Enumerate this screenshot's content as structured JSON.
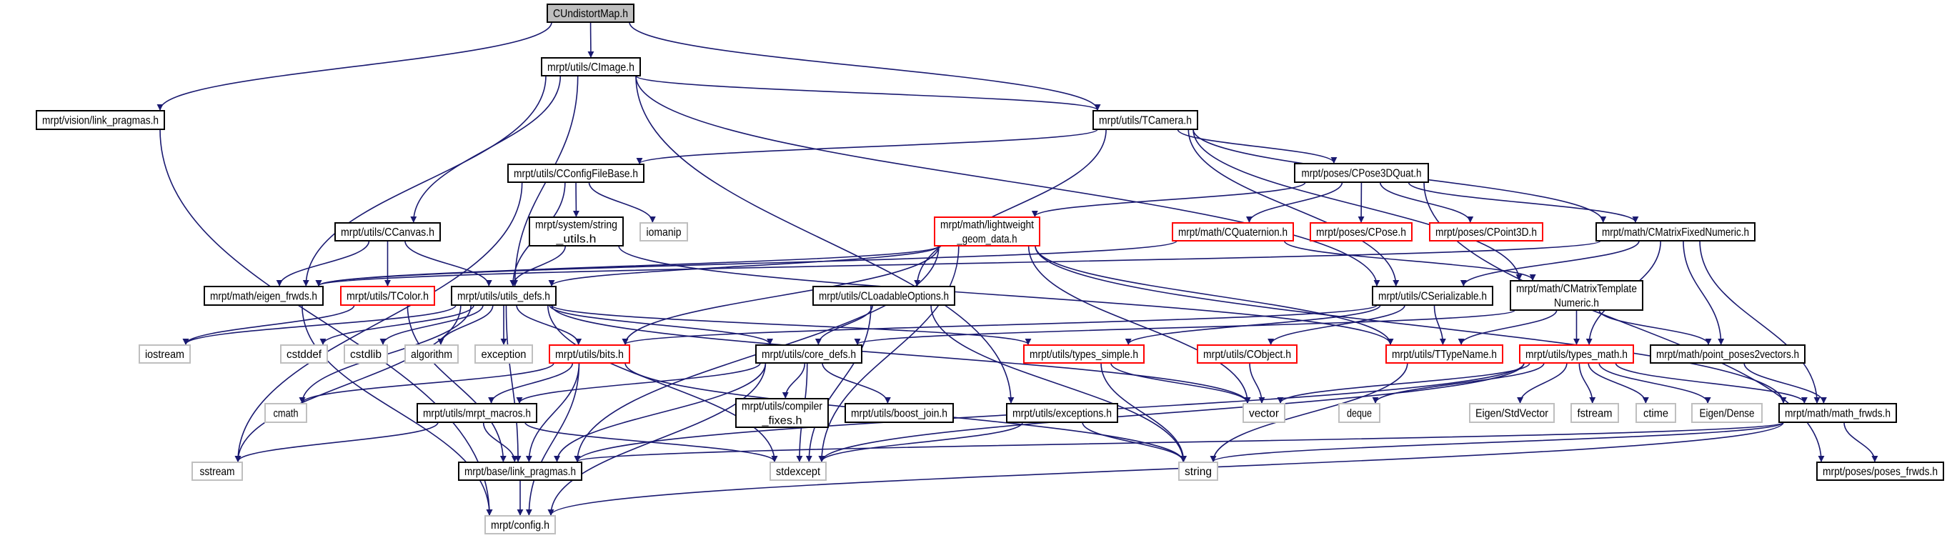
{
  "title": "CUndistortMap.h include dependency graph",
  "colors": {
    "edge": "#191970",
    "documented": "#000000",
    "undocumented": "#ff0000",
    "system": "#bfbfbf",
    "root_fill": "#bfbfbf"
  },
  "nodes": [
    {
      "id": "CUndistortMap.h",
      "lines": [
        "CUndistortMap.h"
      ],
      "kind": "root"
    },
    {
      "id": "CImage",
      "lines": [
        "mrpt/utils/CImage.h"
      ],
      "kind": "doc"
    },
    {
      "id": "vision_link",
      "lines": [
        "mrpt/vision/link_pragmas.h"
      ],
      "kind": "doc"
    },
    {
      "id": "TCamera",
      "lines": [
        "mrpt/utils/TCamera.h"
      ],
      "kind": "doc"
    },
    {
      "id": "CConfigFileBase",
      "lines": [
        "mrpt/utils/CConfigFileBase.h"
      ],
      "kind": "doc"
    },
    {
      "id": "CPose3DQuat",
      "lines": [
        "mrpt/poses/CPose3DQuat.h"
      ],
      "kind": "doc"
    },
    {
      "id": "CCanvas",
      "lines": [
        "mrpt/utils/CCanvas.h"
      ],
      "kind": "doc"
    },
    {
      "id": "string_utils",
      "lines": [
        "mrpt/system/string",
        "_utils.h"
      ],
      "kind": "doc"
    },
    {
      "id": "iomanip",
      "lines": [
        "iomanip"
      ],
      "kind": "sys"
    },
    {
      "id": "lightweight",
      "lines": [
        "mrpt/math/lightweight",
        "_geom_data.h"
      ],
      "kind": "undoc"
    },
    {
      "id": "CQuaternion",
      "lines": [
        "mrpt/math/CQuaternion.h"
      ],
      "kind": "undoc"
    },
    {
      "id": "CPose",
      "lines": [
        "mrpt/poses/CPose.h"
      ],
      "kind": "undoc"
    },
    {
      "id": "CPoint3D",
      "lines": [
        "mrpt/poses/CPoint3D.h"
      ],
      "kind": "undoc"
    },
    {
      "id": "CMatrixFixedNumeric",
      "lines": [
        "mrpt/math/CMatrixFixedNumeric.h"
      ],
      "kind": "doc"
    },
    {
      "id": "eigen_frwds",
      "lines": [
        "mrpt/math/eigen_frwds.h"
      ],
      "kind": "doc"
    },
    {
      "id": "TColor",
      "lines": [
        "mrpt/utils/TColor.h"
      ],
      "kind": "undoc"
    },
    {
      "id": "utils_defs",
      "lines": [
        "mrpt/utils/utils_defs.h"
      ],
      "kind": "doc"
    },
    {
      "id": "CLoadableOptions",
      "lines": [
        "mrpt/utils/CLoadableOptions.h"
      ],
      "kind": "doc"
    },
    {
      "id": "CSerializable",
      "lines": [
        "mrpt/utils/CSerializable.h"
      ],
      "kind": "doc"
    },
    {
      "id": "CMatrixTemplateNumeric",
      "lines": [
        "mrpt/math/CMatrixTemplate",
        "Numeric.h"
      ],
      "kind": "doc"
    },
    {
      "id": "iostream",
      "lines": [
        "iostream"
      ],
      "kind": "sys"
    },
    {
      "id": "cstddef",
      "lines": [
        "cstddef"
      ],
      "kind": "sys"
    },
    {
      "id": "cstdlib",
      "lines": [
        "cstdlib"
      ],
      "kind": "sys"
    },
    {
      "id": "algorithm",
      "lines": [
        "algorithm"
      ],
      "kind": "sys"
    },
    {
      "id": "exception",
      "lines": [
        "exception"
      ],
      "kind": "sys"
    },
    {
      "id": "bits",
      "lines": [
        "mrpt/utils/bits.h"
      ],
      "kind": "undoc"
    },
    {
      "id": "core_defs",
      "lines": [
        "mrpt/utils/core_defs.h"
      ],
      "kind": "doc"
    },
    {
      "id": "types_simple",
      "lines": [
        "mrpt/utils/types_simple.h"
      ],
      "kind": "undoc"
    },
    {
      "id": "CObject",
      "lines": [
        "mrpt/utils/CObject.h"
      ],
      "kind": "undoc"
    },
    {
      "id": "TTypeName",
      "lines": [
        "mrpt/utils/TTypeName.h"
      ],
      "kind": "undoc"
    },
    {
      "id": "types_math",
      "lines": [
        "mrpt/utils/types_math.h"
      ],
      "kind": "undoc"
    },
    {
      "id": "point_poses2vectors",
      "lines": [
        "mrpt/math/point_poses2vectors.h"
      ],
      "kind": "doc"
    },
    {
      "id": "cmath",
      "lines": [
        "cmath"
      ],
      "kind": "sys"
    },
    {
      "id": "mrpt_macros",
      "lines": [
        "mrpt/utils/mrpt_macros.h"
      ],
      "kind": "doc"
    },
    {
      "id": "compiler_fixes",
      "lines": [
        "mrpt/utils/compiler",
        "_fixes.h"
      ],
      "kind": "doc"
    },
    {
      "id": "boost_join",
      "lines": [
        "mrpt/utils/boost_join.h"
      ],
      "kind": "doc"
    },
    {
      "id": "exceptions",
      "lines": [
        "mrpt/utils/exceptions.h"
      ],
      "kind": "doc"
    },
    {
      "id": "vector",
      "lines": [
        "vector"
      ],
      "kind": "sys"
    },
    {
      "id": "deque",
      "lines": [
        "deque"
      ],
      "kind": "sys"
    },
    {
      "id": "Eigen_StdVector",
      "lines": [
        "Eigen/StdVector"
      ],
      "kind": "sys"
    },
    {
      "id": "fstream",
      "lines": [
        "fstream"
      ],
      "kind": "sys"
    },
    {
      "id": "ctime",
      "lines": [
        "ctime"
      ],
      "kind": "sys"
    },
    {
      "id": "Eigen_Dense",
      "lines": [
        "Eigen/Dense"
      ],
      "kind": "sys"
    },
    {
      "id": "math_frwds",
      "lines": [
        "mrpt/math/math_frwds.h"
      ],
      "kind": "doc"
    },
    {
      "id": "sstream",
      "lines": [
        "sstream"
      ],
      "kind": "sys"
    },
    {
      "id": "base_link",
      "lines": [
        "mrpt/base/link_pragmas.h"
      ],
      "kind": "doc"
    },
    {
      "id": "stdexcept",
      "lines": [
        "stdexcept"
      ],
      "kind": "sys"
    },
    {
      "id": "string",
      "lines": [
        "string"
      ],
      "kind": "sys"
    },
    {
      "id": "poses_frwds",
      "lines": [
        "mrpt/poses/poses_frwds.h"
      ],
      "kind": "doc"
    },
    {
      "id": "config",
      "lines": [
        "mrpt/config.h"
      ],
      "kind": "sys"
    }
  ],
  "edges": [
    [
      "CUndistortMap.h",
      "CImage"
    ],
    [
      "CUndistortMap.h",
      "vision_link"
    ],
    [
      "CUndistortMap.h",
      "TCamera"
    ],
    [
      "CImage",
      "utils_defs"
    ],
    [
      "CImage",
      "eigen_frwds"
    ],
    [
      "CImage",
      "CCanvas"
    ],
    [
      "CImage",
      "TCamera"
    ],
    [
      "CImage",
      "CSerializable"
    ],
    [
      "CImage",
      "exceptions"
    ],
    [
      "vision_link",
      "config"
    ],
    [
      "TCamera",
      "CConfigFileBase"
    ],
    [
      "TCamera",
      "CPose3DQuat"
    ],
    [
      "TCamera",
      "CMatrixFixedNumeric"
    ],
    [
      "TCamera",
      "CMatrixTemplateNumeric"
    ],
    [
      "TCamera",
      "CLoadableOptions"
    ],
    [
      "TCamera",
      "CSerializable"
    ],
    [
      "CConfigFileBase",
      "string_utils"
    ],
    [
      "CConfigFileBase",
      "iomanip"
    ],
    [
      "CConfigFileBase",
      "utils_defs"
    ],
    [
      "CConfigFileBase",
      "sstream"
    ],
    [
      "CPose3DQuat",
      "CPose"
    ],
    [
      "CPose3DQuat",
      "CPoint3D"
    ],
    [
      "CPose3DQuat",
      "CQuaternion"
    ],
    [
      "CPose3DQuat",
      "CMatrixFixedNumeric"
    ],
    [
      "CPose3DQuat",
      "lightweight"
    ],
    [
      "CPose3DQuat",
      "poses_frwds"
    ],
    [
      "CCanvas",
      "eigen_frwds"
    ],
    [
      "CCanvas",
      "TColor"
    ],
    [
      "CCanvas",
      "utils_defs"
    ],
    [
      "string_utils",
      "utils_defs"
    ],
    [
      "string_utils",
      "TTypeName"
    ],
    [
      "lightweight",
      "utils_defs"
    ],
    [
      "lightweight",
      "eigen_frwds"
    ],
    [
      "lightweight",
      "bits"
    ],
    [
      "lightweight",
      "base_link"
    ],
    [
      "lightweight",
      "vector"
    ],
    [
      "lightweight",
      "stdexcept"
    ],
    [
      "lightweight",
      "TTypeName"
    ],
    [
      "lightweight",
      "math_frwds"
    ],
    [
      "CQuaternion",
      "CMatrixTemplateNumeric"
    ],
    [
      "CQuaternion",
      "eigen_frwds"
    ],
    [
      "CMatrixFixedNumeric",
      "CSerializable"
    ],
    [
      "CMatrixFixedNumeric",
      "types_math"
    ],
    [
      "CMatrixFixedNumeric",
      "point_poses2vectors"
    ],
    [
      "CMatrixFixedNumeric",
      "math_frwds"
    ],
    [
      "CMatrixFixedNumeric",
      "eigen_frwds"
    ],
    [
      "eigen_frwds",
      "config"
    ],
    [
      "TColor",
      "iostream"
    ],
    [
      "TColor",
      "base_link"
    ],
    [
      "utils_defs",
      "iostream"
    ],
    [
      "utils_defs",
      "cstddef"
    ],
    [
      "utils_defs",
      "cstdlib"
    ],
    [
      "utils_defs",
      "algorithm"
    ],
    [
      "utils_defs",
      "exception"
    ],
    [
      "utils_defs",
      "bits"
    ],
    [
      "utils_defs",
      "core_defs"
    ],
    [
      "utils_defs",
      "types_simple"
    ],
    [
      "utils_defs",
      "cmath"
    ],
    [
      "utils_defs",
      "sstream"
    ],
    [
      "utils_defs",
      "stdexcept"
    ],
    [
      "utils_defs",
      "vector"
    ],
    [
      "utils_defs",
      "base_link"
    ],
    [
      "bits",
      "cmath"
    ],
    [
      "bits",
      "mrpt_macros"
    ],
    [
      "bits",
      "base_link"
    ],
    [
      "bits",
      "config"
    ],
    [
      "bits",
      "string"
    ],
    [
      "core_defs",
      "compiler_fixes"
    ],
    [
      "core_defs",
      "boost_join"
    ],
    [
      "core_defs",
      "mrpt_macros"
    ],
    [
      "core_defs",
      "base_link"
    ],
    [
      "core_defs",
      "stdexcept"
    ],
    [
      "core_defs",
      "config"
    ],
    [
      "mrpt_macros",
      "sstream"
    ],
    [
      "mrpt_macros",
      "base_link"
    ],
    [
      "mrpt_macros",
      "stdexcept"
    ],
    [
      "base_link",
      "config"
    ],
    [
      "CLoadableOptions",
      "core_defs"
    ],
    [
      "CLoadableOptions",
      "stdexcept"
    ],
    [
      "CLoadableOptions",
      "string"
    ],
    [
      "exceptions",
      "stdexcept"
    ],
    [
      "exceptions",
      "string"
    ],
    [
      "types_simple",
      "vector"
    ],
    [
      "types_simple",
      "string"
    ],
    [
      "CSerializable",
      "CObject"
    ],
    [
      "CSerializable",
      "TTypeName"
    ],
    [
      "CSerializable",
      "bits"
    ],
    [
      "CSerializable",
      "types_simple"
    ],
    [
      "CObject",
      "vector"
    ],
    [
      "CMatrixTemplateNumeric",
      "TTypeName"
    ],
    [
      "CMatrixTemplateNumeric",
      "types_math"
    ],
    [
      "CMatrixTemplateNumeric",
      "point_poses2vectors"
    ],
    [
      "CMatrixTemplateNumeric",
      "core_defs"
    ],
    [
      "TTypeName",
      "string"
    ],
    [
      "types_math",
      "vector"
    ],
    [
      "types_math",
      "deque"
    ],
    [
      "types_math",
      "Eigen_StdVector"
    ],
    [
      "types_math",
      "fstream"
    ],
    [
      "types_math",
      "ctime"
    ],
    [
      "types_math",
      "Eigen_Dense"
    ],
    [
      "types_math",
      "math_frwds"
    ],
    [
      "types_math",
      "base_link"
    ],
    [
      "types_math",
      "stdexcept"
    ],
    [
      "point_poses2vectors",
      "math_frwds"
    ],
    [
      "math_frwds",
      "poses_frwds"
    ],
    [
      "math_frwds",
      "string"
    ],
    [
      "math_frwds",
      "config"
    ],
    [
      "math_frwds",
      "base_link"
    ]
  ]
}
